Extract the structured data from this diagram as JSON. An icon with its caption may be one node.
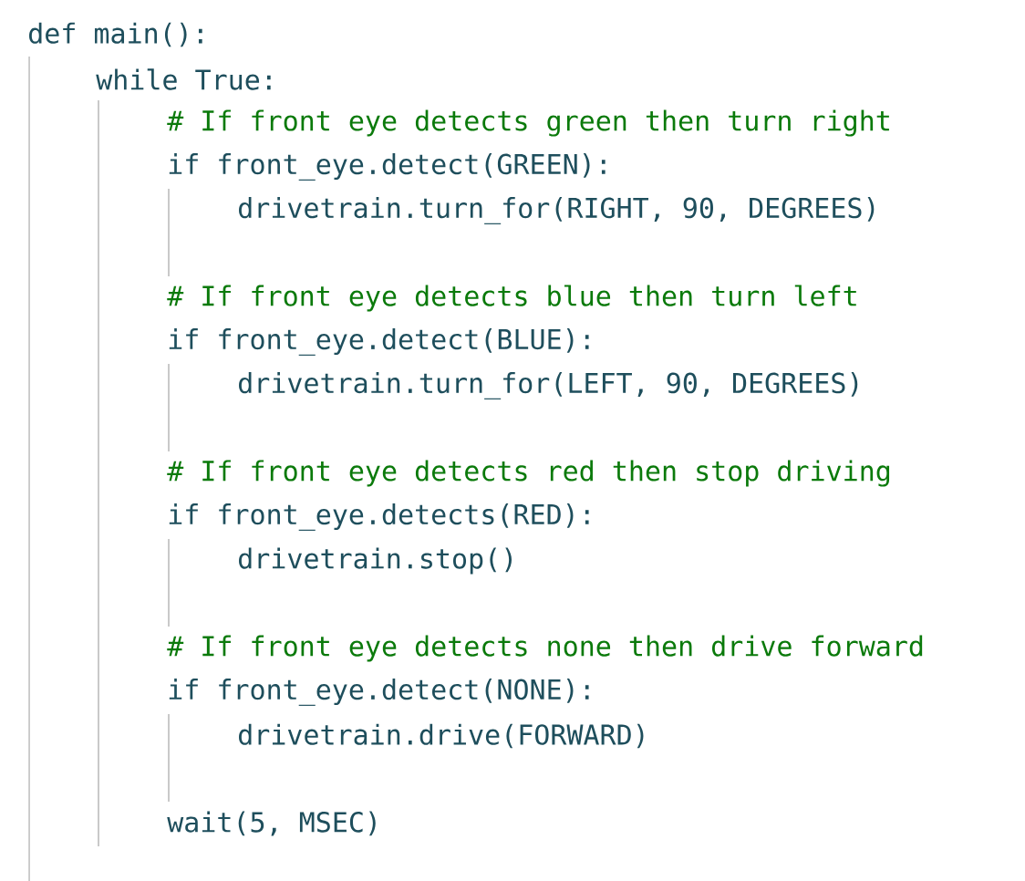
{
  "diagram": {
    "labels": [
      "def main():",
      "while True:",
      "# If front eye detects green then turn right",
      "if front_eye.detect(GREEN):",
      "drivetrain.turn_for(RIGHT, 90, DEGREES)",
      "# If front eye detects blue then turn left",
      "if front_eye.detect(BLUE):",
      "drivetrain.turn_for(LEFT, 90, DEGREES)",
      "# If front eye detects red then stop driving",
      "if front_eye.detects(RED):",
      "drivetrain.stop()",
      "# If front eye detects none then drive forward",
      "if front_eye.detect(NONE):",
      "drivetrain.drive(FORWARD)",
      "wait(5, MSEC)"
    ]
  }
}
